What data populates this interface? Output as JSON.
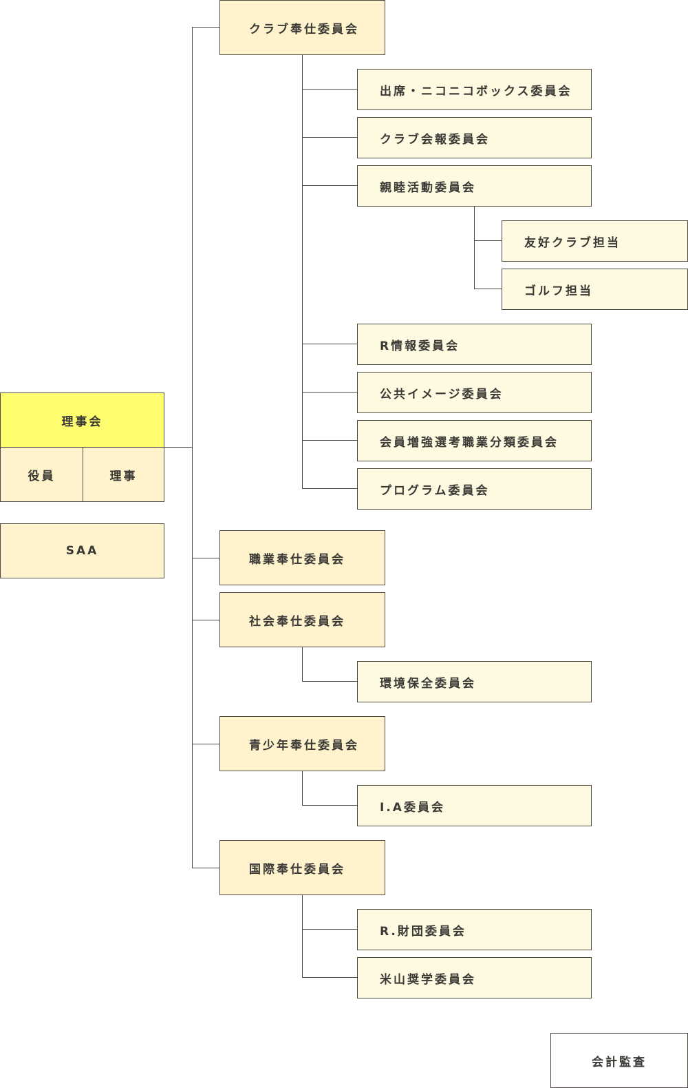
{
  "board": {
    "title": "理事会",
    "officers": "役員",
    "directors": "理事",
    "saa": "SAA"
  },
  "committees": [
    {
      "label": "クラブ奉仕委員会",
      "children": [
        {
          "label": "出席・ニコニコボックス委員会"
        },
        {
          "label": "クラブ会報委員会"
        },
        {
          "label": "親睦活動委員会",
          "children": [
            {
              "label": "友好クラブ担当"
            },
            {
              "label": "ゴルフ担当"
            }
          ]
        },
        {
          "label": "R情報委員会"
        },
        {
          "label": "公共イメージ委員会"
        },
        {
          "label": "会員増強選考職業分類委員会"
        },
        {
          "label": "プログラム委員会"
        }
      ]
    },
    {
      "label": "職業奉仕委員会",
      "children": []
    },
    {
      "label": "社会奉仕委員会",
      "children": [
        {
          "label": "環境保全委員会"
        }
      ]
    },
    {
      "label": "青少年奉仕委員会",
      "children": [
        {
          "label": "I.A委員会"
        }
      ]
    },
    {
      "label": "国際奉仕委員会",
      "children": [
        {
          "label": "R.財団委員会"
        },
        {
          "label": "米山奨学委員会"
        }
      ]
    }
  ],
  "audit": "会計監査"
}
